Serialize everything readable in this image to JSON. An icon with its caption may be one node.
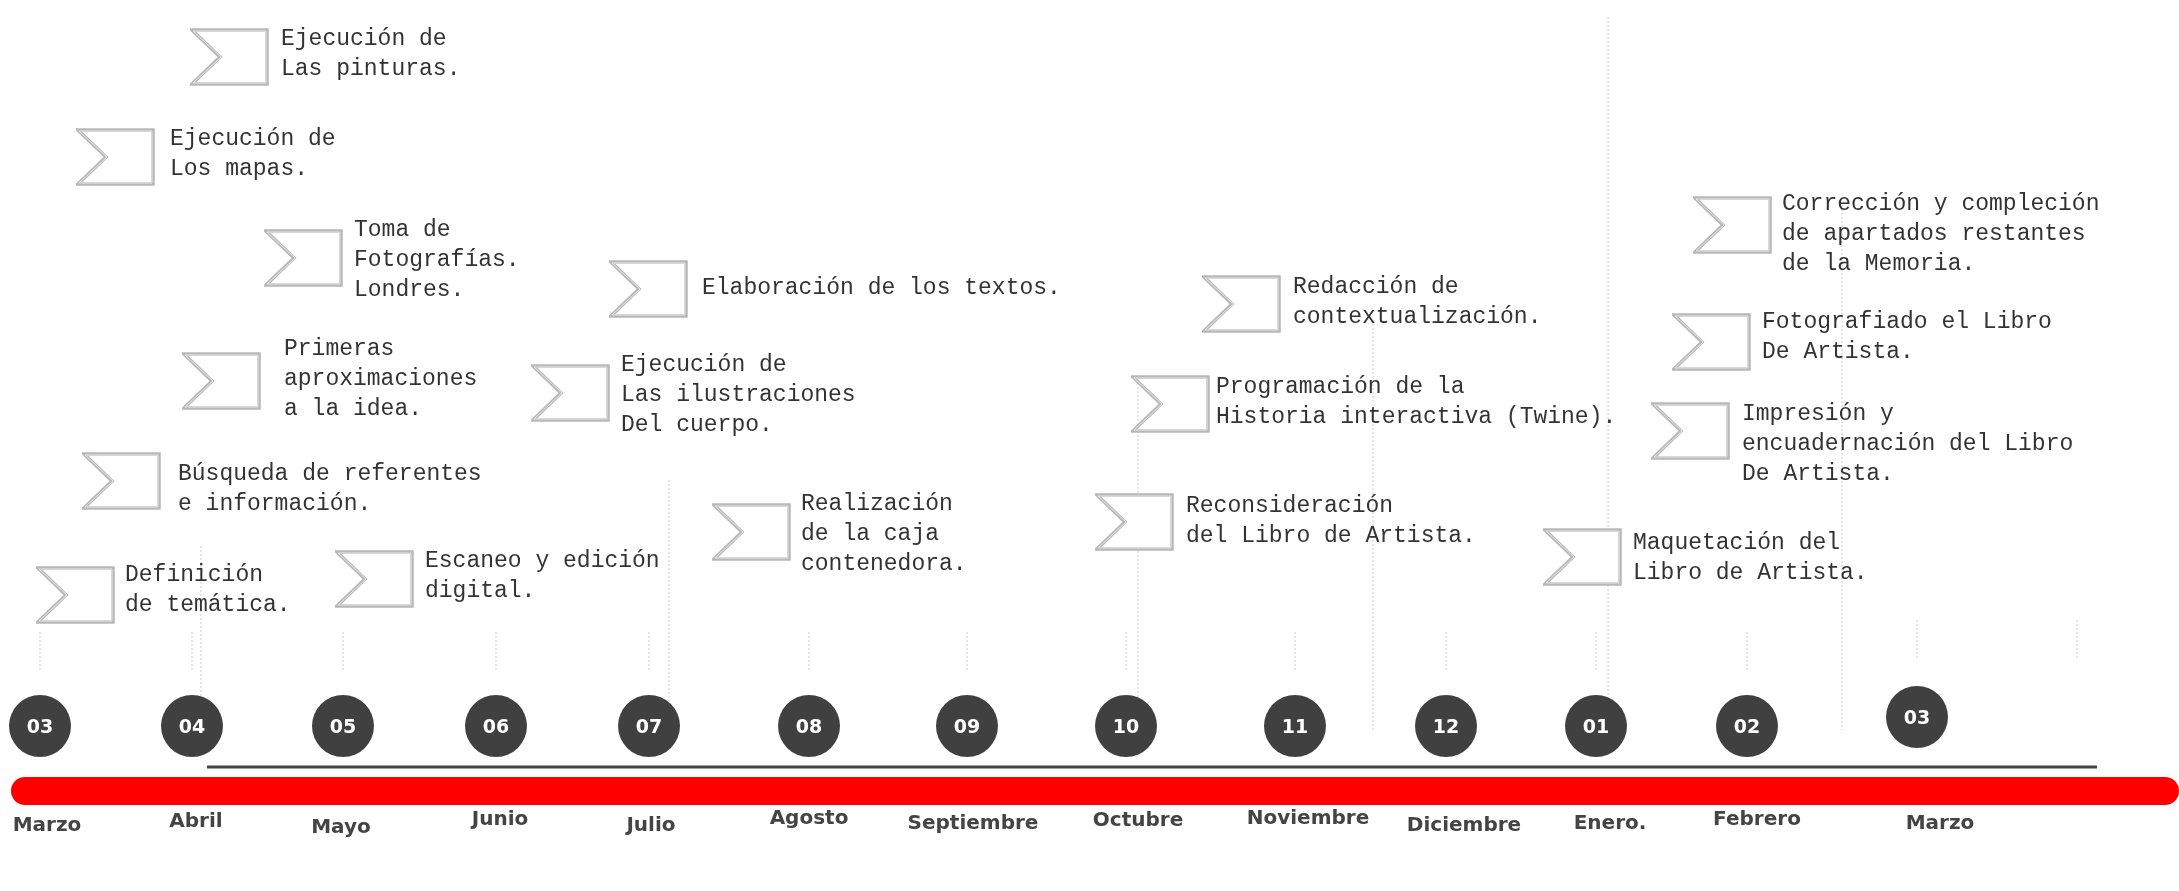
{
  "diagram": {
    "nodes": [
      {
        "text": [
          "Ejecución de Las pinturas."
        ]
      },
      {
        "text": [
          "Ejecución de Los mapas."
        ]
      },
      {
        "text": [
          "Corrección y compleción de apartados restantes de la Memoria."
        ]
      },
      {
        "text": [
          "Toma de Fotografías. Londres."
        ]
      },
      {
        "text": [
          "Elaboración de los textos."
        ]
      },
      {
        "text": [
          "Redacción de contextualización."
        ]
      },
      {
        "text": [
          "Fotografiado el Libro De Artista."
        ]
      },
      {
        "text": [
          "Primeras aproximaciones a la idea."
        ]
      },
      {
        "text": [
          "Ejecución de Las ilustraciones Del cuerpo."
        ]
      },
      {
        "text": [
          "Programación de la Historia interactiva (Twine)."
        ]
      },
      {
        "text": [
          "Impresión y encuadernación del Libro De Artista."
        ]
      },
      {
        "text": [
          "Búsqueda de referentes e información."
        ]
      },
      {
        "text": [
          "Realización de la caja contenedora."
        ]
      },
      {
        "text": [
          "Reconsideración del Libro de Artista."
        ]
      },
      {
        "text": [
          "Maquetación del Libro de Artista."
        ]
      },
      {
        "text": [
          "Escaneo y edición digital."
        ]
      },
      {
        "text": [
          "Definición de temática."
        ]
      },
      {
        "text": [
          "03"
        ]
      },
      {
        "text": [
          "04"
        ]
      },
      {
        "text": [
          "05"
        ]
      },
      {
        "text": [
          "06"
        ]
      },
      {
        "text": [
          "07"
        ]
      },
      {
        "text": [
          "08"
        ]
      },
      {
        "text": [
          "09"
        ]
      },
      {
        "text": [
          "10"
        ]
      },
      {
        "text": [
          "11"
        ]
      },
      {
        "text": [
          "12"
        ]
      },
      {
        "text": [
          "01"
        ]
      },
      {
        "text": [
          "02"
        ]
      },
      {
        "text": [
          "03"
        ]
      }
    ],
    "edges": [],
    "labels": [
      "Marzo",
      "Abril",
      "Mayo",
      "Junio",
      "Julio",
      "Agosto",
      "Septiembre",
      "Octubre",
      "Noviembre",
      "Diciembre",
      "Enero.",
      "Febrero",
      "Marzo"
    ]
  }
}
